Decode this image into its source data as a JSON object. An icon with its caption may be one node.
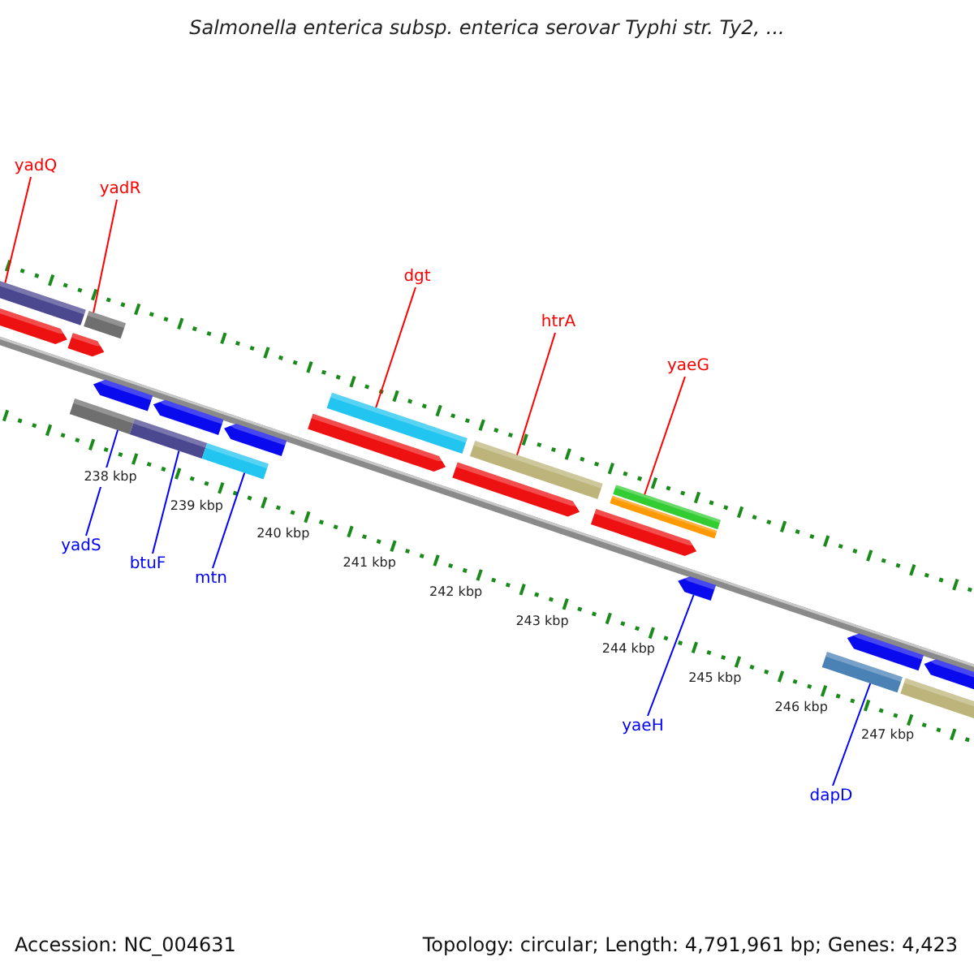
{
  "diagram": {
    "title": "Salmonella enterica subsp. enterica serovar Typhi str. Ty2, ...",
    "nodes": [
      {
        "text": [
          "yadQ"
        ]
      },
      {
        "text": [
          "yadR"
        ]
      },
      {
        "text": [
          "dgt"
        ]
      },
      {
        "text": [
          "htrA"
        ]
      },
      {
        "text": [
          "yaeG"
        ]
      },
      {
        "text": [
          "yadS"
        ]
      },
      {
        "text": [
          "btuF"
        ]
      },
      {
        "text": [
          "mtn"
        ]
      },
      {
        "text": [
          "yaeH"
        ]
      },
      {
        "text": [
          "dapD"
        ]
      },
      {
        "text": [],
        "shape": "bar"
      },
      {
        "text": [],
        "shape": "bar"
      },
      {
        "text": [],
        "shape": "bar"
      },
      {
        "text": [],
        "shape": "bar"
      },
      {
        "text": [],
        "shape": "bar"
      },
      {
        "text": [],
        "shape": "bar"
      },
      {
        "text": [],
        "shape": "bar"
      },
      {
        "text": [],
        "shape": "bar"
      },
      {
        "text": [],
        "shape": "arrow"
      },
      {
        "text": [],
        "shape": "bar"
      }
    ],
    "edges": [
      {
        "from": 0,
        "to": 10,
        "arrow": "none",
        "color": "#ff0000"
      },
      {
        "from": 1,
        "to": 11,
        "arrow": "none",
        "color": "#ff0000"
      },
      {
        "from": 2,
        "to": 15,
        "arrow": "none",
        "color": "#ff0000"
      },
      {
        "from": 3,
        "to": 16,
        "arrow": "none",
        "color": "#ff0000"
      },
      {
        "from": 4,
        "to": 17,
        "arrow": "none",
        "color": "#ff0000"
      },
      {
        "from": 5,
        "to": 12,
        "arrow": "none",
        "color": "#0000ff"
      },
      {
        "from": 6,
        "to": 13,
        "arrow": "none",
        "color": "#0000ff"
      },
      {
        "from": 7,
        "to": 14,
        "arrow": "none",
        "color": "#0000ff"
      },
      {
        "from": 8,
        "to": 18,
        "arrow": "none",
        "color": "#0000ff"
      },
      {
        "from": 9,
        "to": 19,
        "arrow": "none",
        "color": "#0000ff"
      }
    ],
    "labels": [
      "238 kbp",
      "239 kbp",
      "240 kbp",
      "241 kbp",
      "242 kbp",
      "243 kbp",
      "244 kbp",
      "245 kbp",
      "246 kbp",
      "247 kbp",
      "Accession: NC_004631",
      "Topology: circular; Length: 4,791,961 bp; Genes: 4,423"
    ]
  }
}
